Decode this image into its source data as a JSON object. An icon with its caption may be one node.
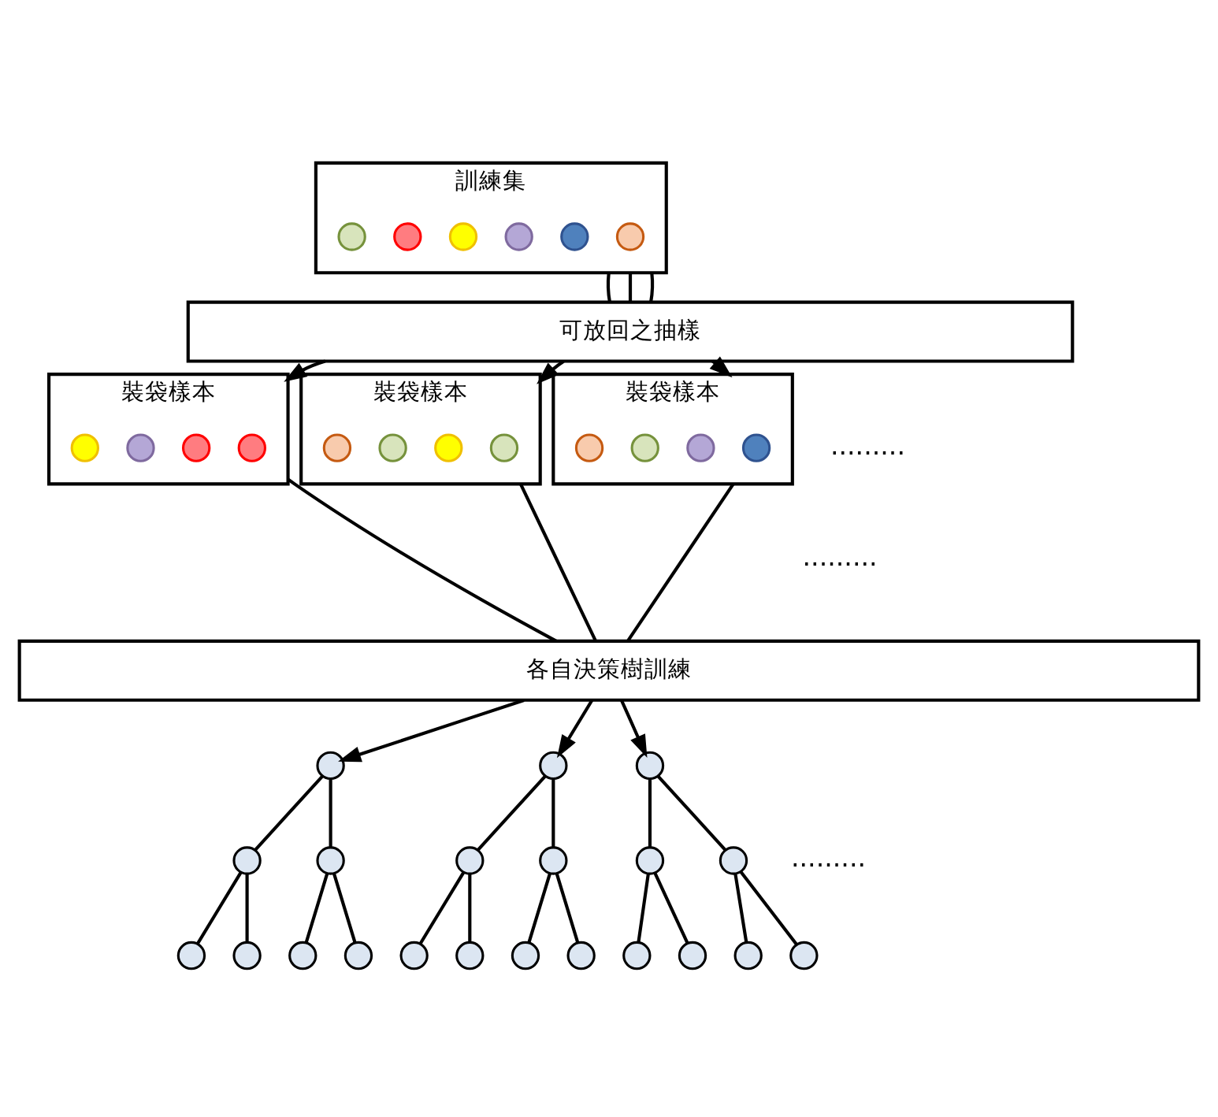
{
  "diagram": {
    "nodes": [
      {
        "text": [
          "訓練集"
        ]
      },
      {
        "text": [],
        "shape": "circle",
        "in": 0
      },
      {
        "text": [],
        "shape": "circle",
        "in": 0
      },
      {
        "text": [],
        "shape": "circle",
        "in": 0
      },
      {
        "text": [],
        "shape": "circle",
        "in": 0
      },
      {
        "text": [],
        "shape": "circle",
        "in": 0
      },
      {
        "text": [],
        "shape": "circle",
        "in": 0
      },
      {
        "text": [
          "可放回之抽樣"
        ]
      },
      {
        "text": [
          "裝袋樣本"
        ]
      },
      {
        "text": [],
        "shape": "circle",
        "in": 8
      },
      {
        "text": [],
        "shape": "circle",
        "in": 8
      },
      {
        "text": [],
        "shape": "circle",
        "in": 8
      },
      {
        "text": [],
        "shape": "circle",
        "in": 8
      },
      {
        "text": [
          "裝袋樣本"
        ]
      },
      {
        "text": [],
        "shape": "circle",
        "in": 13
      },
      {
        "text": [],
        "shape": "circle",
        "in": 13
      },
      {
        "text": [],
        "shape": "circle",
        "in": 13
      },
      {
        "text": [],
        "shape": "circle",
        "in": 13
      },
      {
        "text": [
          "裝袋樣本"
        ]
      },
      {
        "text": [],
        "shape": "circle",
        "in": 18
      },
      {
        "text": [],
        "shape": "circle",
        "in": 18
      },
      {
        "text": [],
        "shape": "circle",
        "in": 18
      },
      {
        "text": [],
        "shape": "circle",
        "in": 18
      },
      {
        "text": [
          "各自決策樹訓練"
        ]
      },
      {
        "text": [],
        "shape": "circle"
      },
      {
        "text": [],
        "shape": "circle"
      },
      {
        "text": [],
        "shape": "circle"
      },
      {
        "text": [],
        "shape": "circle"
      },
      {
        "text": [],
        "shape": "circle"
      },
      {
        "text": [],
        "shape": "circle"
      },
      {
        "text": [],
        "shape": "circle"
      },
      {
        "text": [],
        "shape": "circle"
      },
      {
        "text": [],
        "shape": "circle"
      },
      {
        "text": [],
        "shape": "circle"
      },
      {
        "text": [],
        "shape": "circle"
      },
      {
        "text": [],
        "shape": "circle"
      },
      {
        "text": [],
        "shape": "circle"
      },
      {
        "text": [],
        "shape": "circle"
      },
      {
        "text": [],
        "shape": "circle"
      },
      {
        "text": [],
        "shape": "circle"
      },
      {
        "text": [],
        "shape": "circle"
      },
      {
        "text": [],
        "shape": "circle"
      },
      {
        "text": [],
        "shape": "circle"
      },
      {
        "text": [],
        "shape": "circle"
      },
      {
        "text": [],
        "shape": "circle"
      }
    ],
    "edges": [
      {
        "from": 0,
        "to": 7,
        "arrow": "none"
      },
      {
        "from": 0,
        "to": 7,
        "arrow": "none"
      },
      {
        "from": 0,
        "to": 7,
        "arrow": "none"
      },
      {
        "from": 7,
        "to": 8,
        "arrow": "to"
      },
      {
        "from": 7,
        "to": 13,
        "arrow": "to"
      },
      {
        "from": 7,
        "to": 18,
        "arrow": "to"
      },
      {
        "from": 8,
        "to": 23,
        "arrow": "none"
      },
      {
        "from": 13,
        "to": 23,
        "arrow": "none"
      },
      {
        "from": 18,
        "to": 23,
        "arrow": "none"
      },
      {
        "from": 23,
        "to": 24,
        "arrow": "to"
      },
      {
        "from": 23,
        "to": 31,
        "arrow": "to"
      },
      {
        "from": 23,
        "to": 38,
        "arrow": "to"
      },
      {
        "from": 24,
        "to": 25,
        "arrow": "none"
      },
      {
        "from": 24,
        "to": 26,
        "arrow": "none"
      },
      {
        "from": 25,
        "to": 27,
        "arrow": "none"
      },
      {
        "from": 25,
        "to": 28,
        "arrow": "none"
      },
      {
        "from": 26,
        "to": 29,
        "arrow": "none"
      },
      {
        "from": 26,
        "to": 30,
        "arrow": "none"
      },
      {
        "from": 31,
        "to": 32,
        "arrow": "none"
      },
      {
        "from": 31,
        "to": 33,
        "arrow": "none"
      },
      {
        "from": 32,
        "to": 34,
        "arrow": "none"
      },
      {
        "from": 32,
        "to": 35,
        "arrow": "none"
      },
      {
        "from": 33,
        "to": 36,
        "arrow": "none"
      },
      {
        "from": 33,
        "to": 37,
        "arrow": "none"
      },
      {
        "from": 38,
        "to": 39,
        "arrow": "none"
      },
      {
        "from": 38,
        "to": 40,
        "arrow": "none"
      },
      {
        "from": 39,
        "to": 41,
        "arrow": "none"
      },
      {
        "from": 39,
        "to": 42,
        "arrow": "none"
      },
      {
        "from": 40,
        "to": 43,
        "arrow": "none"
      },
      {
        "from": 40,
        "to": 44,
        "arrow": "none"
      }
    ],
    "labels": [
      ".........",
      ".........",
      "........."
    ]
  }
}
